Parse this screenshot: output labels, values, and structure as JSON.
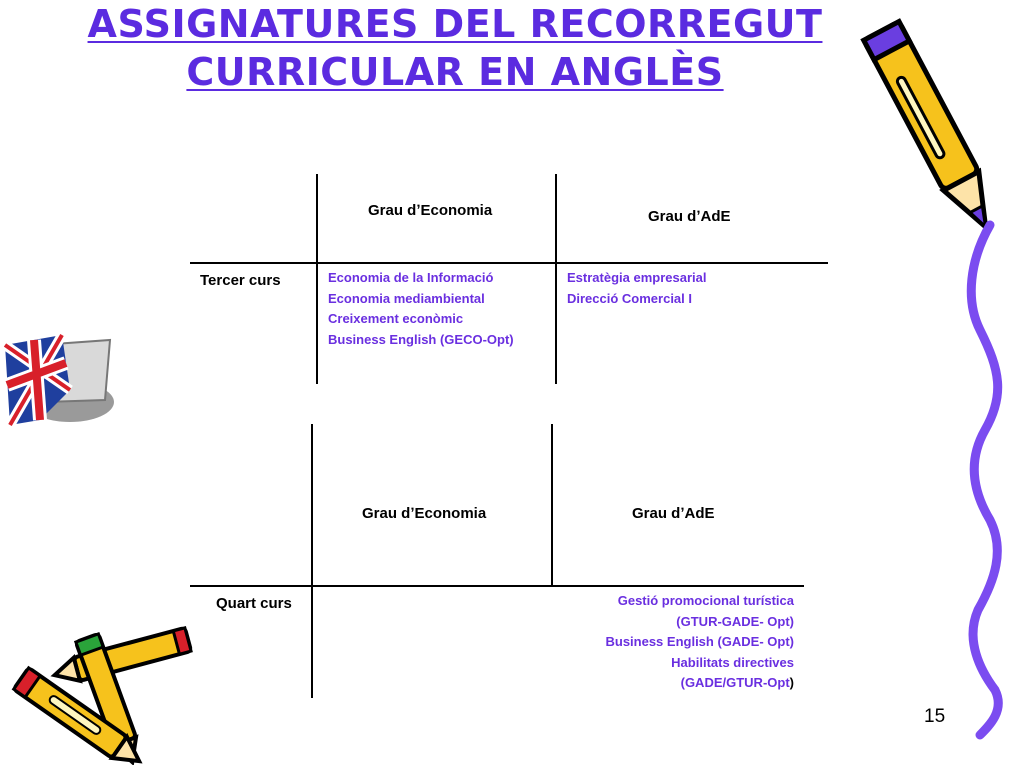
{
  "slide": {
    "title_line1": "ASSIGNATURES DEL RECORREGUT",
    "title_line2": "CURRICULAR EN ANGLÈS",
    "page_number": "15"
  },
  "table_tercer": {
    "headers": [
      "Grau dʼEconomia",
      "Grau dʼAdE"
    ],
    "row_label": "Tercer curs",
    "economia_subjects": [
      "Economia de la Informació",
      "Economia mediambiental",
      "Creixement econòmic",
      "Business English (GECO-Opt)"
    ],
    "ade_subjects": [
      "Estratègia empresarial",
      "Direcció Comercial I"
    ]
  },
  "table_quart": {
    "headers": [
      "Grau dʼEconomia",
      "Grau dʼAdE"
    ],
    "row_label": "Quart curs",
    "ade_subjects": [
      "Gestió promocional turística",
      "(GTUR-GADE- Opt)",
      "Business English (GADE- Opt)",
      "Habilitats directives",
      "(GADE/GTUR-Opt"
    ],
    "ade_last_suffix": ")"
  },
  "colors": {
    "title": "#5b2be0",
    "subjects": "#6a2fe0",
    "squiggle": "#7b4cf0",
    "pencil_body": "#f6c21c"
  }
}
